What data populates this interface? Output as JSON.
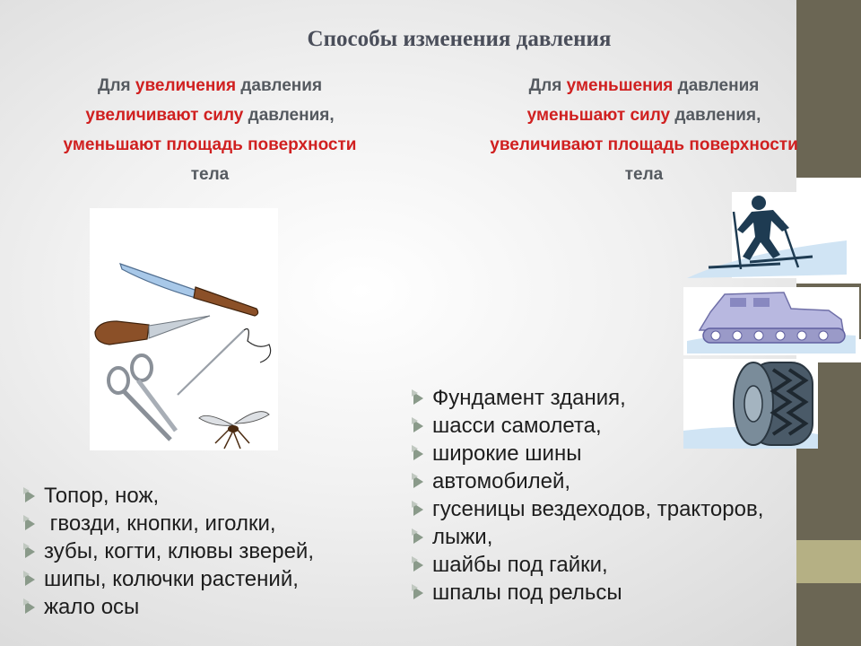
{
  "title": "Способы изменения давления",
  "left": {
    "intro": {
      "p1": "Для ",
      "p1_red": "увеличения",
      "p2": " давления",
      "p3_red": "увеличивают силу",
      "p4": " давления,",
      "p5_red": "уменьшают площадь поверхности",
      "p6": "тела"
    },
    "items": [
      "Топор, нож,",
      " гвозди, кнопки, иголки,",
      "зубы, когти, клювы зверей,",
      "шипы, колючки растений,",
      "жало осы"
    ],
    "image_icons": [
      "knife-icon",
      "awl-icon",
      "needle-icon",
      "scissors-icon",
      "mosquito-icon"
    ]
  },
  "right": {
    "intro": {
      "p1": "Для ",
      "p1_red": "уменьшения",
      "p2": " давления",
      "p3_red": "уменьшают силу",
      "p4": " давления,",
      "p5_red": "увеличивают площадь поверхности",
      "p6": "тела"
    },
    "items": [
      "Фундамент здания,",
      "шасси самолета,",
      "широкие шины",
      "автомобилей,",
      "гусеницы вездеходов, тракторов,",
      "лыжи,",
      "шайбы под гайки,",
      "шпалы под рельсы"
    ],
    "image_icons": [
      "skier-icon",
      "tracked-vehicle-icon",
      "wide-tire-icon"
    ]
  },
  "colors": {
    "accent_red": "#d02020",
    "intro_text": "#555a60",
    "title_text": "#4a4e5a",
    "sidebar_dark": "#6b6654",
    "sidebar_light": "#b5b084",
    "bullet": "#8a9a8a"
  }
}
